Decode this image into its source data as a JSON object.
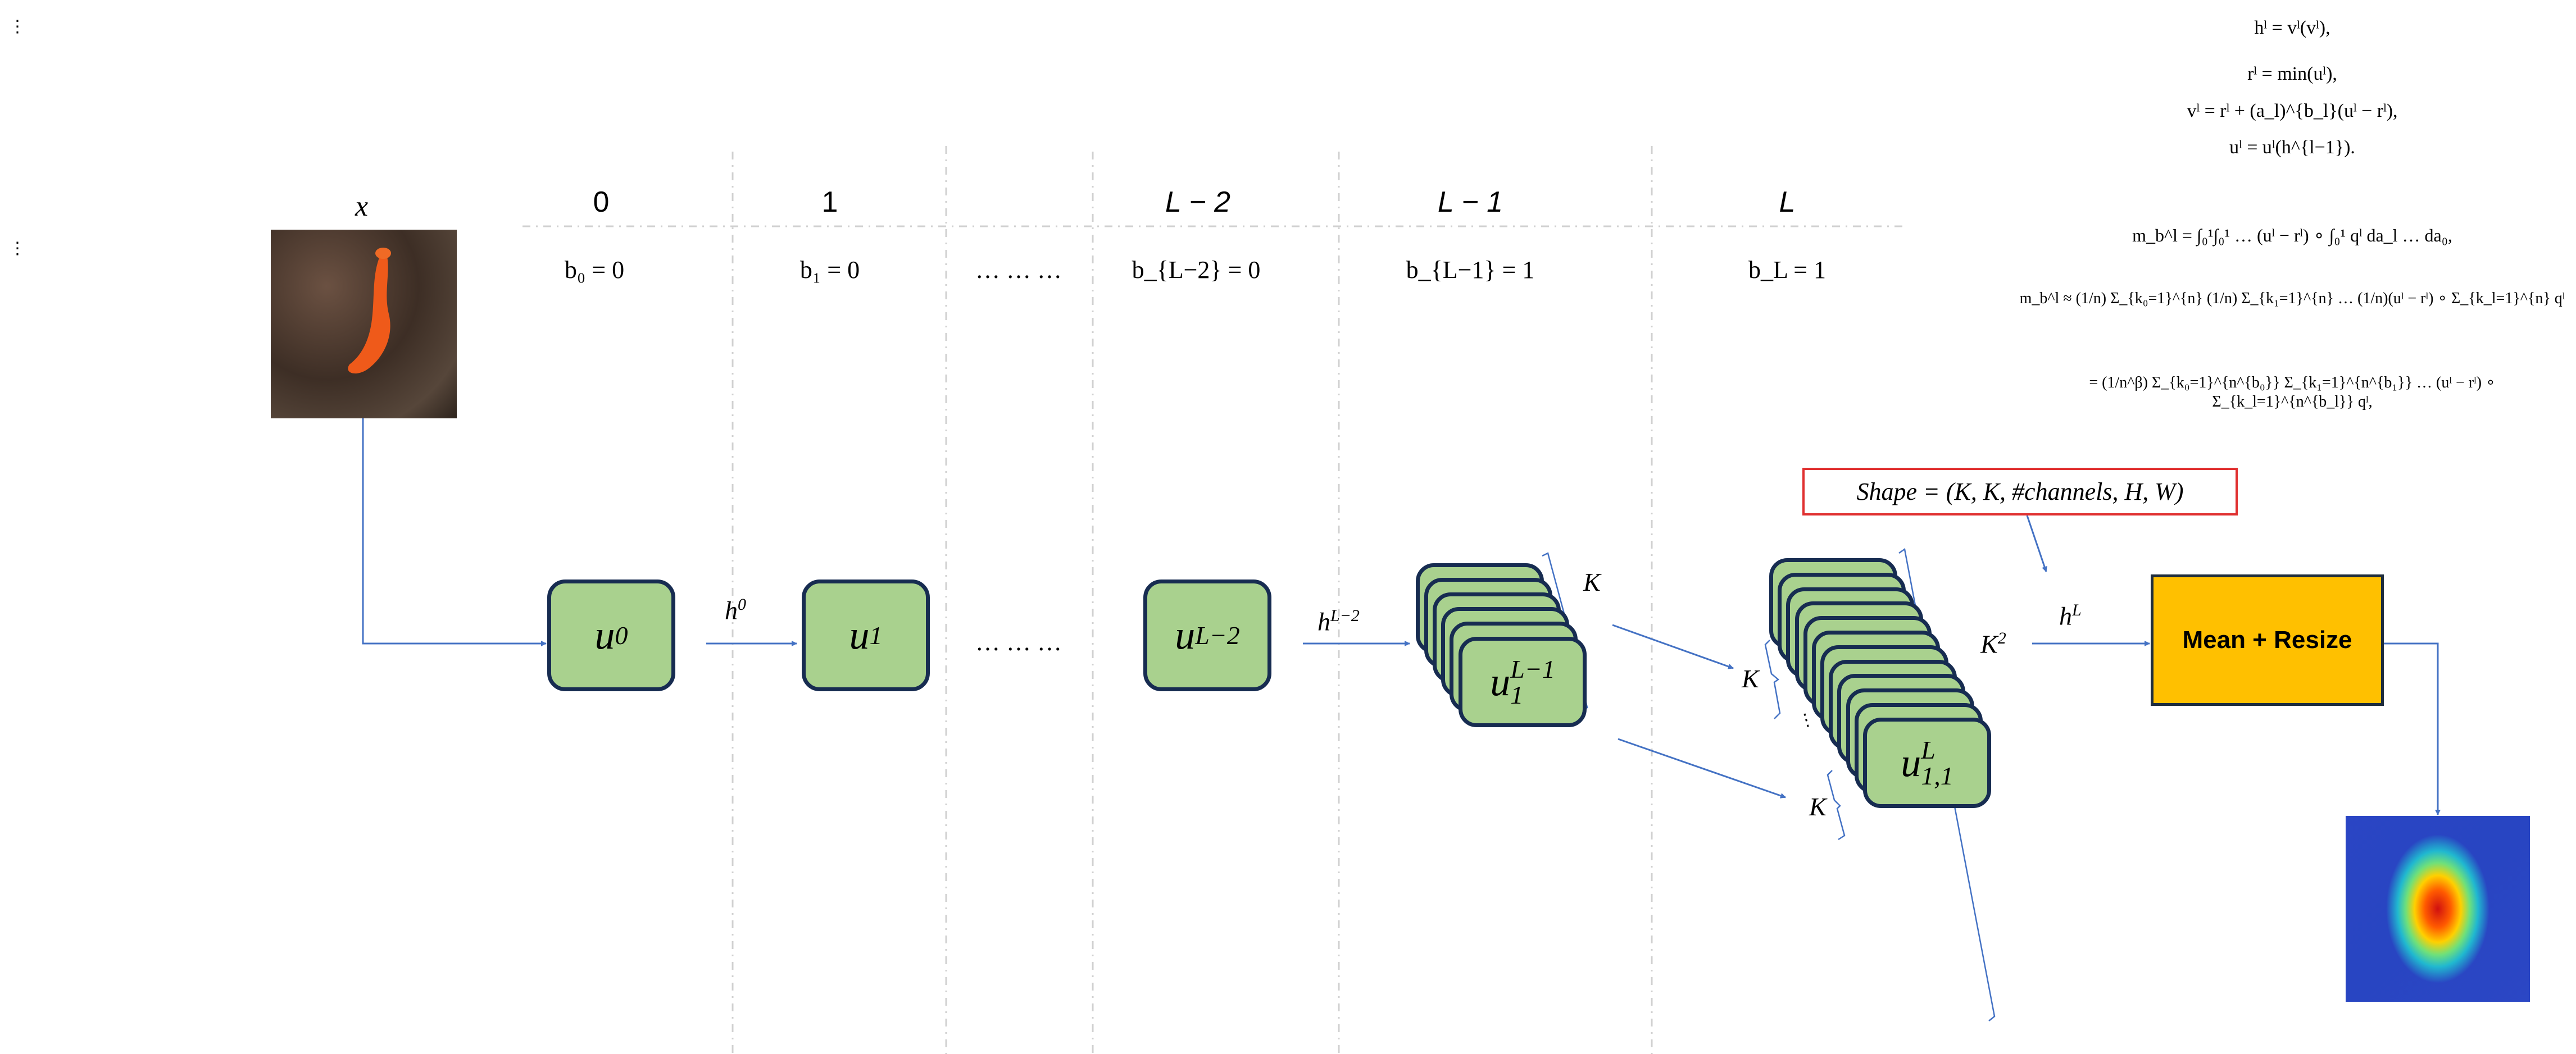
{
  "side_marks": [
    "⋮",
    "⋮"
  ],
  "input": {
    "label": "x"
  },
  "columns": [
    {
      "header": "0",
      "b": "b₀ = 0"
    },
    {
      "header": "1",
      "b": "b₁ = 0"
    },
    {
      "header": "",
      "b": "… … …"
    },
    {
      "header": "L − 2",
      "b": "b_{L−2} = 0"
    },
    {
      "header": "L − 1",
      "b": "b_{L−1} = 1"
    },
    {
      "header": "L",
      "b": "b_L = 1"
    }
  ],
  "blocks": {
    "u0": {
      "base": "u",
      "sup": "0"
    },
    "u1": {
      "base": "u",
      "sup": "1"
    },
    "ellipsis": "… … …",
    "uL2": {
      "base": "u",
      "sup": "L−2"
    },
    "uL1": {
      "base": "u",
      "sup": "L−1",
      "sub": "1"
    },
    "uL": {
      "base": "u",
      "sup": "L",
      "sub": "1,1"
    }
  },
  "edges": {
    "h0": {
      "base": "h",
      "sup": "0"
    },
    "hL2": {
      "base": "h",
      "sup": "L−2"
    },
    "hL": {
      "base": "h",
      "sup": "L"
    }
  },
  "braces": {
    "k_first": "K",
    "k2": "K",
    "k2_sup": "2",
    "k_left": "K",
    "k_bottom": "K",
    "dots": "⋮"
  },
  "shape_note": "Shape = (K, K, #channels, H, W)",
  "mean_resize": "Mean + Resize",
  "equations": {
    "e1": "hˡ = vˡ(vˡ),",
    "e2": "rˡ = min(uˡ),",
    "e3": "vˡ = rˡ + (a_l)^{b_l}(uˡ − rˡ),",
    "e4": "uˡ = uˡ(h^{l−1}).",
    "e5": "m_b^l = ∫₀¹∫₀¹ … (uˡ − rˡ) ∘ ∫₀¹ qˡ da_l … da₀,",
    "e6": "m_b^l ≈ (1/n) Σ_{k₀=1}^{n} (1/n) Σ_{k₁=1}^{n} … (1/n)(uˡ − rˡ) ∘ Σ_{k_l=1}^{n} qˡ",
    "e7": "= (1/n^β) Σ_{k₀=1}^{n^{b₀}} Σ_{k₁=1}^{n^{b₁}} … (uˡ − rˡ) ∘ Σ_{k_l=1}^{n^{b_l}} qˡ,"
  },
  "colors": {
    "box_fill": "#a9d18e",
    "box_border": "#172c51",
    "arrow": "#4472c4",
    "mean_fill": "#ffc000",
    "shape_border": "#e03030"
  }
}
